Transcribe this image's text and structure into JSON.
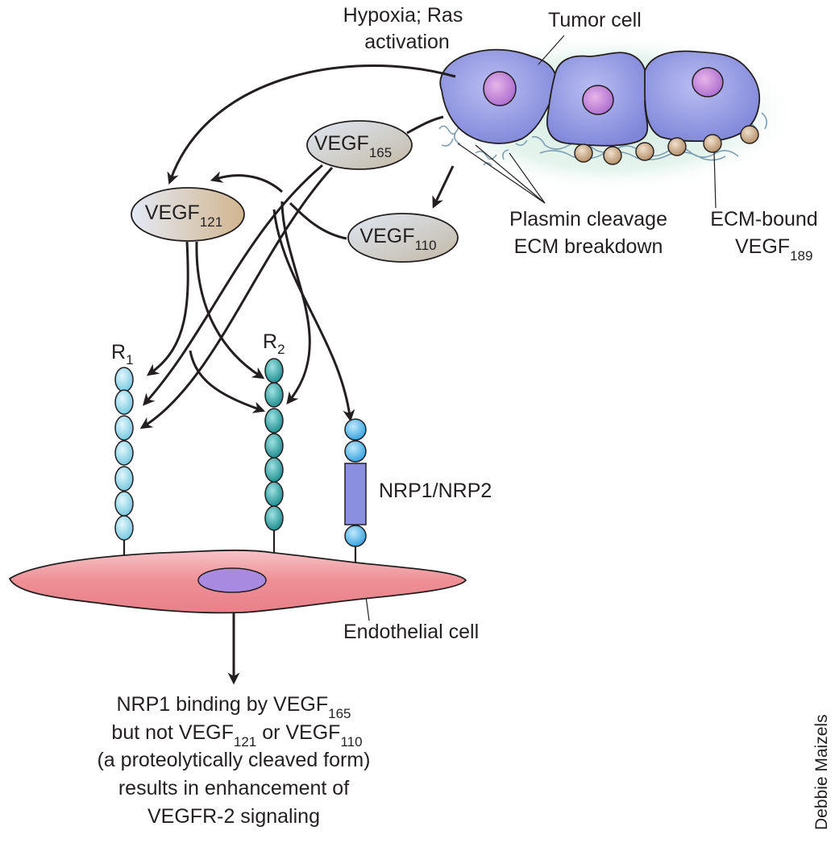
{
  "labels": {
    "stimulus_line1": "Hypoxia; Ras",
    "stimulus_line2": "activation",
    "tumor_cell": "Tumor cell",
    "plasmin_line1": "Plasmin cleavage",
    "plasmin_line2": "ECM breakdown",
    "ecm_bound_line1": "ECM-bound",
    "ecm_bound_line2": "VEGF",
    "ecm_bound_sub": "189",
    "vegf165_main": "VEGF",
    "vegf165_sub": "165",
    "vegf121_main": "VEGF",
    "vegf121_sub": "121",
    "vegf110_main": "VEGF",
    "vegf110_sub": "110",
    "r1_main": "R",
    "r1_sub": "1",
    "r2_main": "R",
    "r2_sub": "2",
    "nrp": "NRP1/NRP2",
    "endothelial_cell": "Endothelial cell",
    "caption_line1_main": "NRP1 binding by VEGF",
    "caption_line1_sub": "165",
    "caption_line2_a": "but not VEGF",
    "caption_line2_sub_a": "121",
    "caption_line2_b": " or VEGF",
    "caption_line2_sub_b": "110",
    "caption_line3": "(a proteolytically cleaved form)",
    "caption_line4": "results in enhancement of",
    "caption_line5": "VEGFR-2 signaling",
    "credit": "Debbie Maizels"
  },
  "colors": {
    "tumor_cell_fill": "#8f95e0",
    "tumor_nucleus": "#b77fd4",
    "ecm_glow": "#cfe8de",
    "ecm_fibers": "#7f9fb0",
    "ecm_bound_vegf": "#c9a986",
    "vegf_ellipse": "#d8d4d4",
    "receptor_r1": "#8fd8ea",
    "receptor_r2": "#2aa6a6",
    "nrp_bead": "#4fb8ec",
    "nrp_body": "#8a8fe0",
    "endothelial_fill": "#ef8f94",
    "endothelial_nucleus": "#a88be0",
    "arrow": "#231f20"
  }
}
